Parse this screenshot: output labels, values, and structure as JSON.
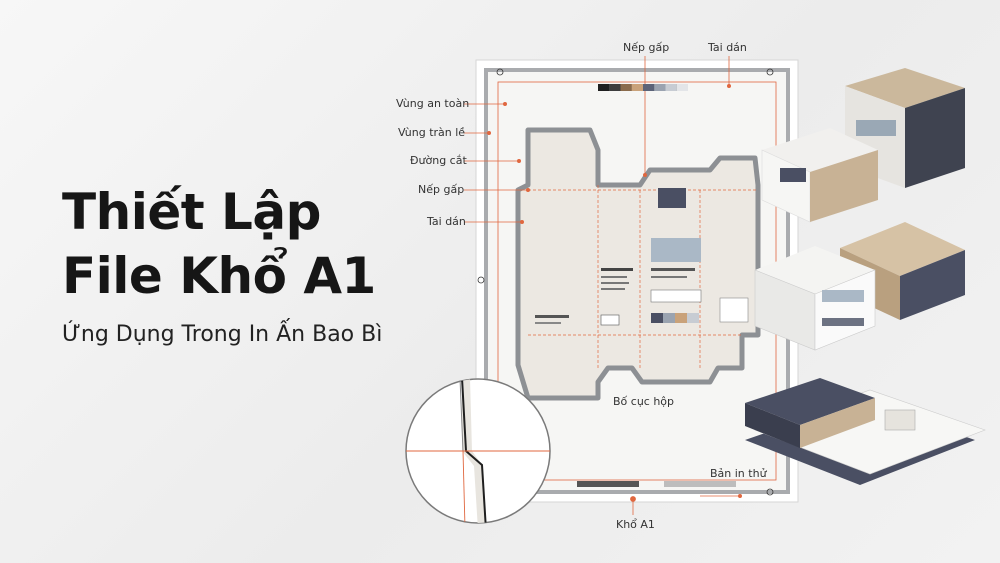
{
  "title": {
    "line1": "Thiết Lập",
    "line2": "File Khổ A1",
    "subtitle": "Ứng Dụng Trong In Ấn Bao Bì"
  },
  "callouts": {
    "safe_zone": "Vùng an toàn",
    "bleed_zone": "Vùng tràn lề",
    "cut_line": "Đường cắt",
    "fold_left": "Nếp gấp",
    "glue_tab_left": "Tai dán",
    "fold_top": "Nếp gấp",
    "glue_tab_top": "Tai dán",
    "box_layout": "Bố cục hộp",
    "proof_print": "Bản in thử",
    "a1_size": "Khổ A1"
  },
  "colors": {
    "accent_line": "#e0673f",
    "sheet": "#ffffff",
    "dieline": "#8d9094",
    "navy": "#4a4f63",
    "kraft": "#c8b295",
    "slate_blue": "#aab8c6"
  },
  "swatches": [
    "#1f1f1f",
    "#3d3d3d",
    "#8a6b4c",
    "#c9a27a",
    "#5b6378",
    "#9aa3b0",
    "#c7ccd3",
    "#e3e5e8"
  ]
}
